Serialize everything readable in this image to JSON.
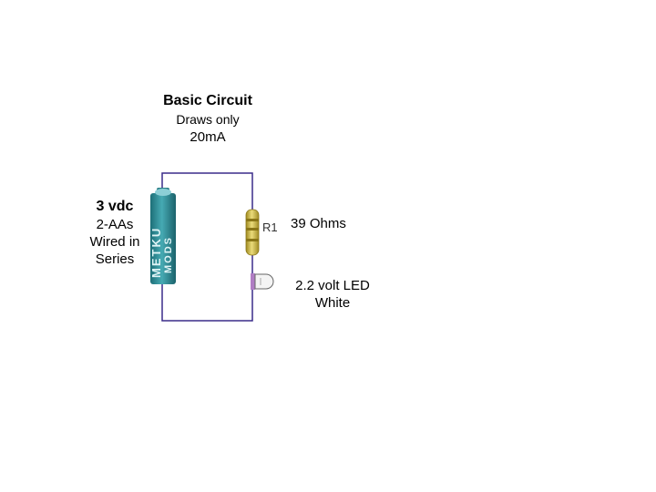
{
  "title": {
    "heading": "Basic Circuit",
    "line1": "Draws only",
    "line2": "20mA"
  },
  "battery": {
    "voltage": "3 vdc",
    "line1": "2-AAs",
    "line2": "Wired in",
    "line3": "Series",
    "brand_top": "METKU",
    "brand_bottom": "MODS"
  },
  "resistor": {
    "designator": "R1",
    "value": "39 Ohms"
  },
  "led": {
    "line1": "2.2 volt LED",
    "line2": "White"
  },
  "colors": {
    "wire": "#3a2b8a",
    "battery": "#2f8f99",
    "resistor": "#d8c257"
  }
}
